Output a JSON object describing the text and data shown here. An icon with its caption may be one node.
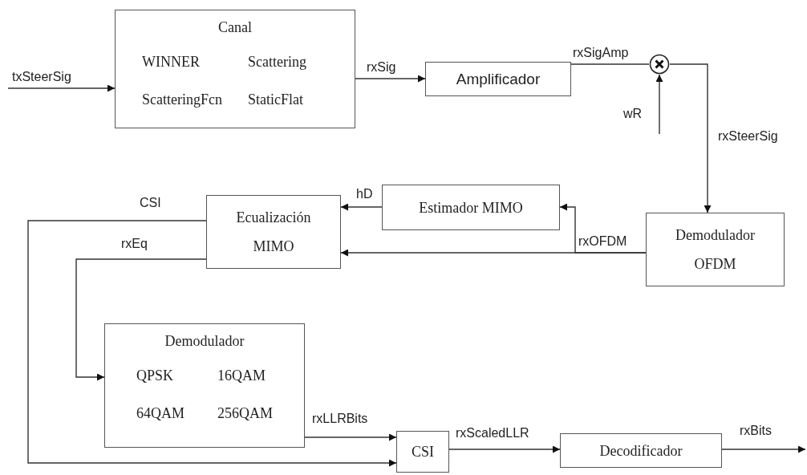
{
  "diagram": {
    "nodes": [
      {
        "text": [
          "Canal",
          "WINNER",
          "Scattering",
          "ScatteringFcn",
          "StaticFlat"
        ]
      },
      {
        "text": [
          "Amplificador"
        ]
      },
      {
        "text": [],
        "shape": "circle"
      },
      {
        "text": [
          "Demodulador OFDM"
        ]
      },
      {
        "text": [
          "Estimador MIMO"
        ]
      },
      {
        "text": [
          "Ecualización MIMO"
        ]
      },
      {
        "text": [
          "Demodulador",
          "QPSK",
          "16QAM",
          "64QAM",
          "256QAM"
        ]
      },
      {
        "text": [
          "CSI"
        ]
      },
      {
        "text": [
          "Decodificador"
        ]
      }
    ],
    "edges": [
      {
        "from": null,
        "to": 0,
        "arrow": "to",
        "label": "txSteerSig"
      },
      {
        "from": 0,
        "to": 1,
        "arrow": "to",
        "label": "rxSig"
      },
      {
        "from": 1,
        "to": 2,
        "arrow": "none",
        "label": "rxSigAmp"
      },
      {
        "from": null,
        "to": 2,
        "arrow": "to",
        "label": "wR"
      },
      {
        "from": 2,
        "to": 3,
        "arrow": "to",
        "label": "rxSteerSig"
      },
      {
        "from": 3,
        "to": 5,
        "arrow": "to",
        "label": "rxOFDM"
      },
      {
        "from": 3,
        "to": 4,
        "arrow": "to"
      },
      {
        "from": 4,
        "to": 5,
        "arrow": "to",
        "label": "hD"
      },
      {
        "from": 5,
        "to": 7,
        "arrow": "to",
        "label": "CSI"
      },
      {
        "from": 5,
        "to": 6,
        "arrow": "to",
        "label": "rxEq"
      },
      {
        "from": 6,
        "to": 7,
        "arrow": "to",
        "label": "rxLLRBits"
      },
      {
        "from": 7,
        "to": 8,
        "arrow": "to",
        "label": "rxScaledLLR"
      },
      {
        "from": 8,
        "to": null,
        "arrow": "to",
        "label": "rxBits"
      }
    ]
  }
}
